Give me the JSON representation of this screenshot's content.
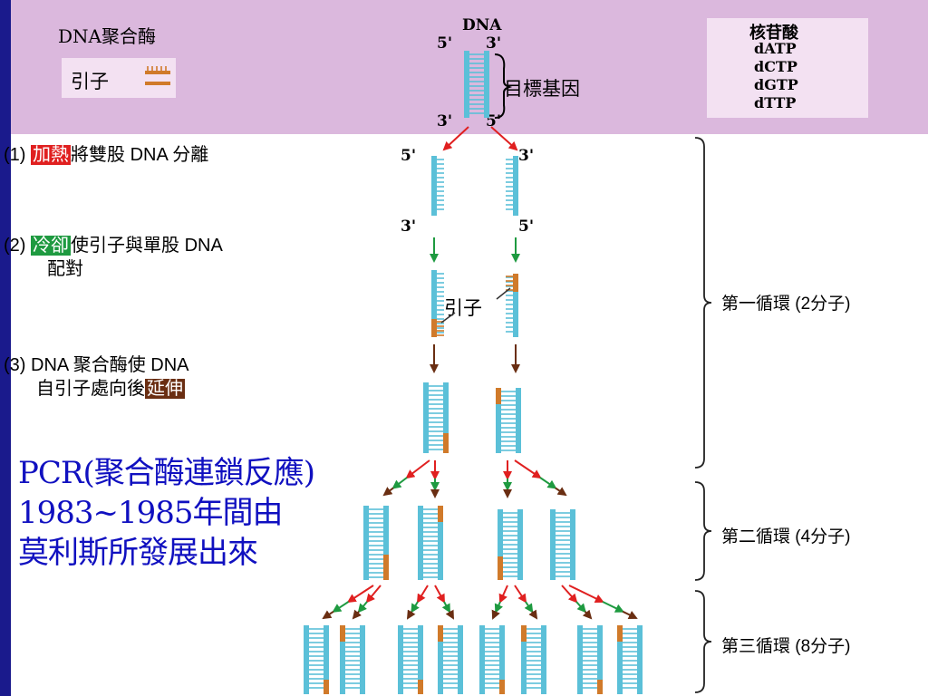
{
  "header": {
    "polymerase": "DNA聚合酶",
    "primer": "引子",
    "dna_title": "DNA",
    "dna_top_5": "5'",
    "dna_top_3": "3'",
    "dna_bottom_3": "3'",
    "dna_bottom_5": "5'",
    "target_gene": "目標基因",
    "nucleotides_title": "核苷酸",
    "nucleotides": [
      "dATP",
      "dCTP",
      "dGTP",
      "dTTP"
    ]
  },
  "steps": {
    "step1_num": "(1)",
    "step1_highlight": "加熱",
    "step1_text": "將雙股 DNA 分離",
    "step2_num": "(2)",
    "step2_highlight": "冷卻",
    "step2_text_line1": "使引子與單股 DNA",
    "step2_text_line2": "配對",
    "step3_num": "(3)",
    "step3_text_line1": "DNA 聚合酶使 DNA",
    "step3_text_line2": "自引子處向後",
    "step3_highlight": "延伸"
  },
  "strand_labels": {
    "left_top": "5'",
    "right_top": "3'",
    "left_bottom": "3'",
    "right_bottom": "5'",
    "primer_label": "引子"
  },
  "cycles": {
    "cycle1": "第一循環 (2分子)",
    "cycle2": "第二循環 (4分子)",
    "cycle3": "第三循環 (8分子)"
  },
  "caption": {
    "line1": "PCR(聚合酶連鎖反應)",
    "line2": "1983~1985年間由",
    "line3": "莫利斯所發展出來"
  },
  "colors": {
    "strand": "#5bc0d8",
    "primer": "#d07a2a",
    "heat": "#e02020",
    "cool": "#1e9a40",
    "extend": "#6a2e12",
    "caption": "#1010c0",
    "band": "#dbb8dd"
  }
}
